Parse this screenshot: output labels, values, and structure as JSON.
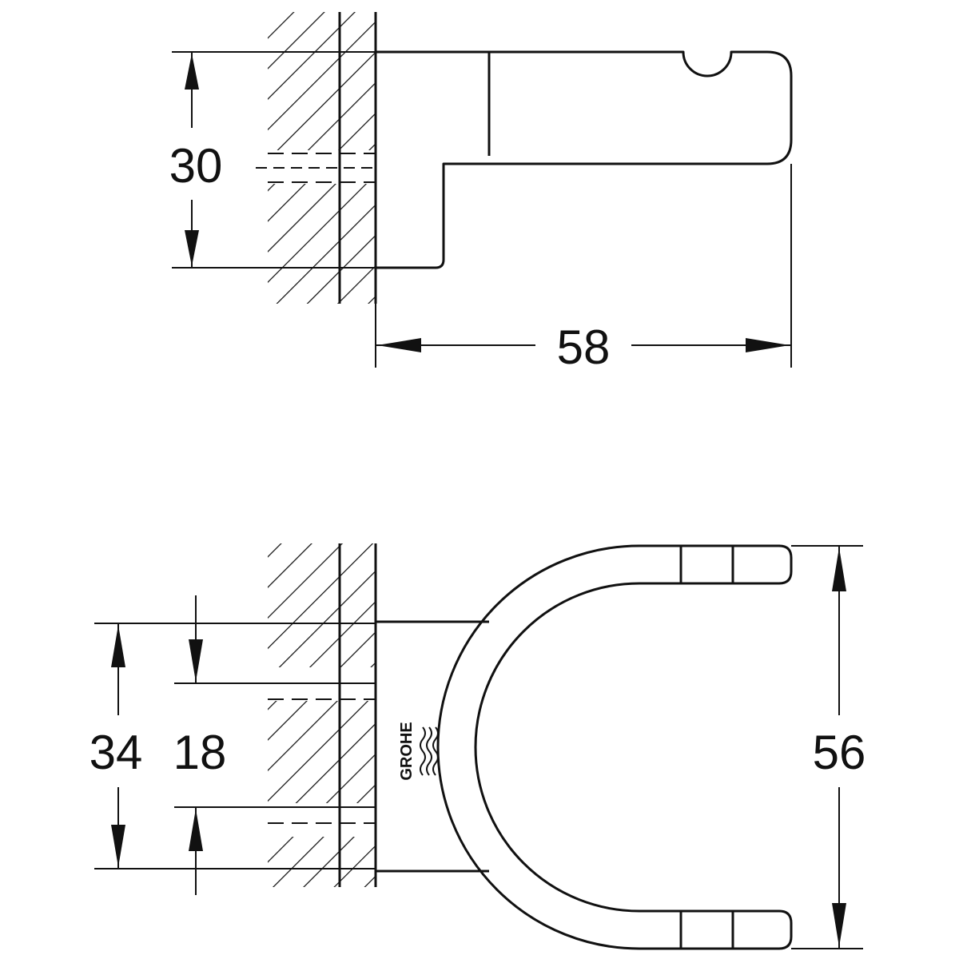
{
  "title": "Wall hook technical drawing",
  "side_view": {
    "height_dim": "30",
    "depth_dim": "58"
  },
  "front_view": {
    "outer_mount_dim": "34",
    "inner_mount_dim": "18",
    "total_height_dim": "56",
    "brand_logo": "GROHE"
  },
  "colors": {
    "line": "#111111",
    "background": "#ffffff"
  }
}
